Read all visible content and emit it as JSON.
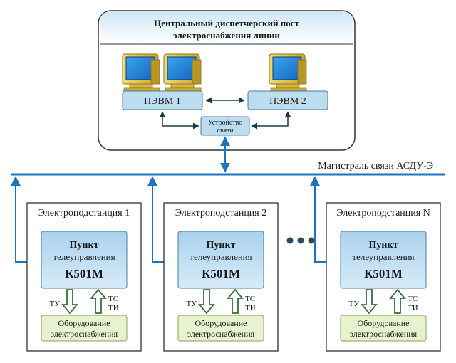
{
  "header": {
    "title_line1": "Центральный диспетчерский пост",
    "title_line2": "электроснабжения линии"
  },
  "central": {
    "pc1_label": "ПЭВМ 1",
    "pc2_label": "ПЭВМ 2",
    "comm_device_line1": "Устройство",
    "comm_device_line2": "связи"
  },
  "bus_label": "Магистраль связи АСДУ-Э",
  "substations": [
    {
      "title": "Электроподстанция 1",
      "unit_line1": "Пункт",
      "unit_line2": "телеуправления",
      "unit_model": "К501М",
      "down_label": "ТУ",
      "up_label_1": "ТС",
      "up_label_2": "ТИ",
      "equipment_line1": "Оборудование",
      "equipment_line2": "электроснабжения"
    },
    {
      "title": "Электроподстанция 2",
      "unit_line1": "Пункт",
      "unit_line2": "телеуправления",
      "unit_model": "К501М",
      "down_label": "ТУ",
      "up_label_1": "ТС",
      "up_label_2": "ТИ",
      "equipment_line1": "Оборудование",
      "equipment_line2": "электроснабжения"
    },
    {
      "title": "Электроподстанция N",
      "unit_line1": "Пункт",
      "unit_line2": "телеуправления",
      "unit_model": "К501М",
      "down_label": "ТУ",
      "up_label_1": "ТС",
      "up_label_2": "ТИ",
      "equipment_line1": "Оборудование",
      "equipment_line2": "электроснабжения"
    }
  ],
  "colors": {
    "line_blue": "#1e73be",
    "box_fill": "#bcdcf0",
    "equipment_fill": "#e8f2cf",
    "panel_border": "#333333",
    "dots": "#2d4a5a"
  }
}
